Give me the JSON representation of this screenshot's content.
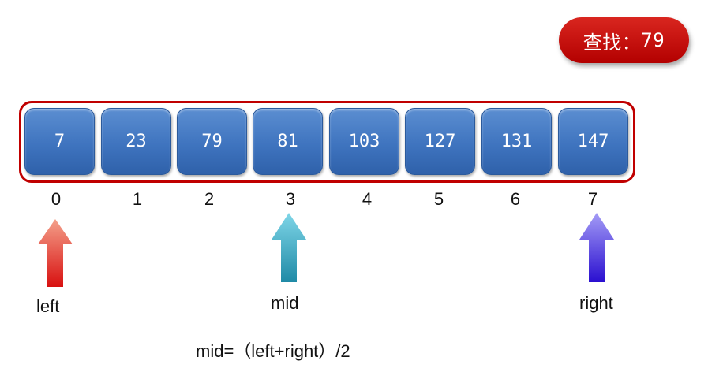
{
  "search_badge": {
    "label": "查找：",
    "value": "79"
  },
  "array": [
    {
      "value": "7",
      "index": "0"
    },
    {
      "value": "23",
      "index": "1"
    },
    {
      "value": "79",
      "index": "2"
    },
    {
      "value": "81",
      "index": "3"
    },
    {
      "value": "103",
      "index": "4"
    },
    {
      "value": "127",
      "index": "5"
    },
    {
      "value": "131",
      "index": "6"
    },
    {
      "value": "147",
      "index": "7"
    }
  ],
  "pointers": {
    "left": {
      "label": "left",
      "color": "#e0504a"
    },
    "mid": {
      "label": "mid",
      "color": "#35a9c2"
    },
    "right": {
      "label": "right",
      "color": "#4a3ee0"
    }
  },
  "formula": "mid=（left+right）/2"
}
